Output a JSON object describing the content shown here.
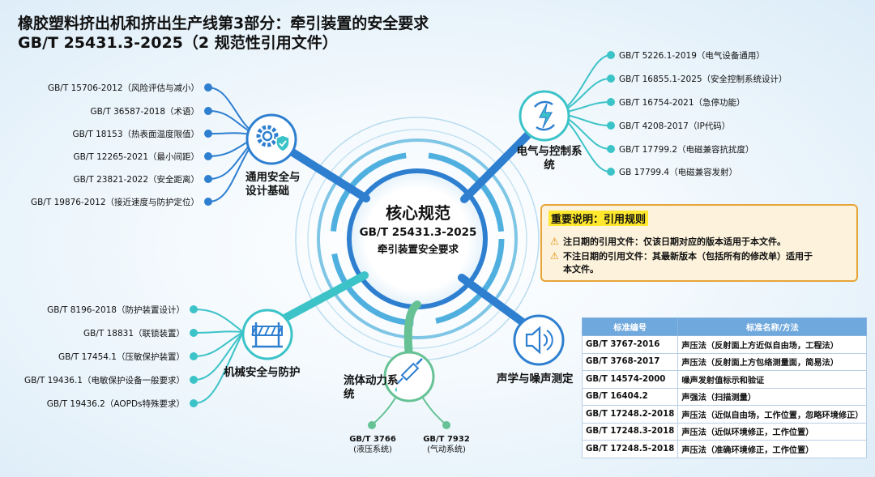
{
  "title": {
    "line1": "橡胶塑料挤出机和挤出生产线第3部分：牵引装置的安全要求",
    "line2": "GB/T 25431.3-2025（2 规范性引用文件）"
  },
  "core": {
    "label": "核心规范",
    "code": "GB/T 25431.3-2025",
    "subtitle": "牵引装置安全要求"
  },
  "branches": {
    "general": {
      "label_l1": "通用安全与",
      "label_l2": "设计基础",
      "icon": "gear-shield-icon",
      "items": [
        "GB/T 15706-2012（风险评估与减小）",
        "GB/T 36587-2018（术语）",
        "GB/T 18153（热表面温度限值）",
        "GB/T 12265-2021（最小间距）",
        "GB/T 23821-2022（安全距离）",
        "GB/T 19876-2012（接近速度与防护定位）"
      ]
    },
    "electrical": {
      "label_l1": "电气与控制系",
      "label_l2": "统",
      "icon": "lightning-cycle-icon",
      "items": [
        "GB/T 5226.1-2019（电气设备通用）",
        "GB/T 16855.1-2025（安全控制系统设计）",
        "GB/T 16754-2021（急停功能）",
        "GB/T 4208-2017（IP代码）",
        "GB/T 17799.2（电磁兼容抗扰度）",
        "GB 17799.4（电磁兼容发射）"
      ]
    },
    "mechanical": {
      "label": "机械安全与防护",
      "icon": "barrier-icon",
      "items": [
        "GB/T 8196-2018（防护装置设计）",
        "GB/T 18831（联锁装置）",
        "GB/T 17454.1（压敏保护装置）",
        "GB/T 19436.1（电敏保护设备一般要求）",
        "GB/T 19436.2（AOPDs特殊要求）"
      ]
    },
    "fluid": {
      "label_l1": "流体动力系",
      "label_l2": "统",
      "icon": "syringe-icon",
      "items": [
        {
          "code": "GB/T 3766",
          "desc": "(液压系统)"
        },
        {
          "code": "GB/T 7932",
          "desc": "(气动系统)"
        }
      ]
    },
    "acoustic": {
      "label": "声学与噪声测定",
      "icon": "speaker-icon"
    }
  },
  "notice": {
    "heading": "重要说明：引用规则",
    "line1": "注日期的引用文件：仅该日期对应的版本适用于本文件。",
    "line2a": "不注日期的引用文件：其最新版本（包括所有的修改单）适用于",
    "line2b": "本文件。"
  },
  "table": {
    "headers": [
      "标准编号",
      "标准名称/方法"
    ],
    "rows": [
      [
        "GB/T 3767-2016",
        "声压法（反射面上方近似自由场，工程法）"
      ],
      [
        "GB/T 3768-2017",
        "声压法（反射面上方包络测量面，简易法）"
      ],
      [
        "GB/T 14574-2000",
        "噪声发射值标示和验证"
      ],
      [
        "GB/T 16404.2",
        "声强法（扫描测量）"
      ],
      [
        "GB/T 17248.2-2018",
        "声压法（近似自由场，工作位置，忽略环境修正）"
      ],
      [
        "GB/T 17248.3-2018",
        "声压法（近似环境修正，工作位置）"
      ],
      [
        "GB/T 17248.5-2018",
        "声压法（准确环境修正，工作位置）"
      ]
    ]
  },
  "colors": {
    "blue": "#2e7fd0",
    "teal": "#3cc3c8",
    "green": "#66c295",
    "accent_yellow": "#ffe82e",
    "notice_border": "#e7a437"
  }
}
